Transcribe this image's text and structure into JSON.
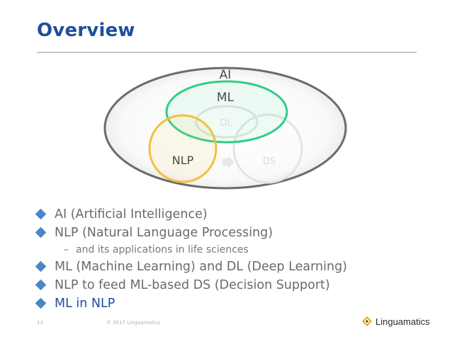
{
  "slide": {
    "title": "Overview",
    "page_number": "13",
    "copyright": "© 2017 Linguamatics",
    "logo_text": "Linguamatics"
  },
  "diagram": {
    "labels": {
      "ai": "AI",
      "ml": "ML",
      "dl": "DL",
      "nlp": "NLP",
      "ds": "DS"
    },
    "colors": {
      "ai_stroke": "#6b6b6b",
      "ml_stroke": "#2ecf86",
      "nlp_stroke": "#f0c040",
      "faded": "#e4e4e4"
    }
  },
  "bullets": {
    "b1": "AI (Artificial Intelligence)",
    "b2": "NLP (Natural Language Processing)",
    "b2_sub": "and its applications in life sciences",
    "b3": "ML (Machine Learning) and DL (Deep Learning)",
    "b4": "NLP to feed ML-based DS (Decision Support)",
    "b5": "ML in NLP"
  },
  "colors": {
    "title": "#1f4e9c",
    "bullet": "#4a86c8",
    "text": "#6a6a6a",
    "active": "#1f4e9c"
  }
}
